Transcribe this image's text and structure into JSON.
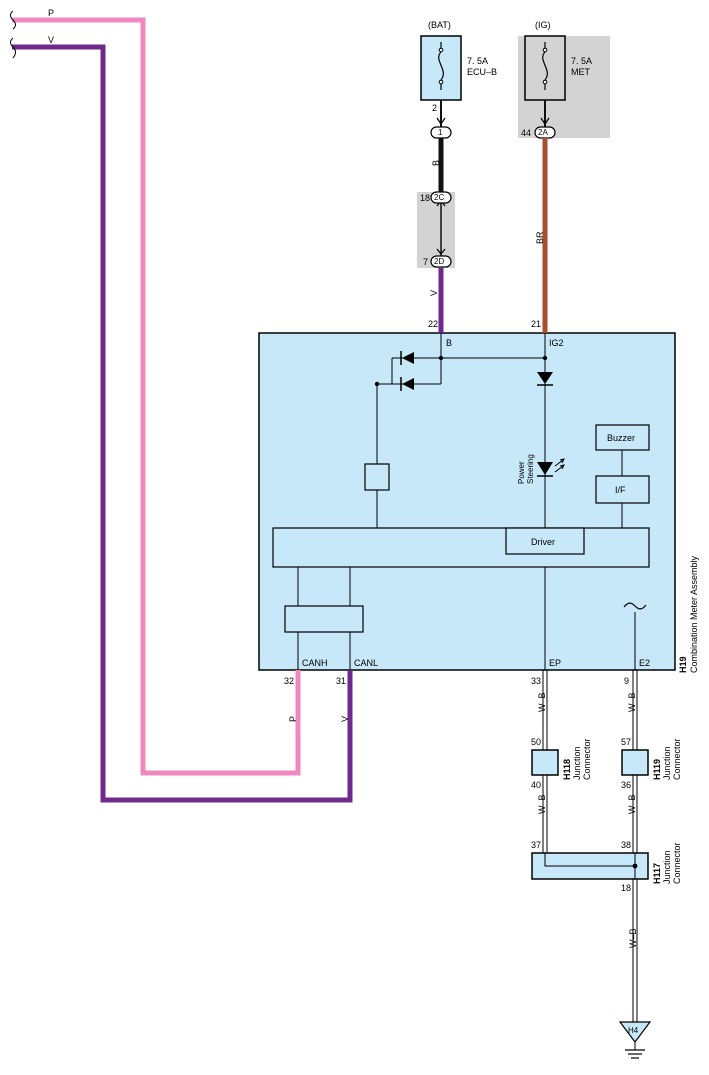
{
  "wire_colors": {
    "pink": "#f088bf",
    "violet": "#6d2a8c",
    "black": "#111111",
    "brown": "#a8502c",
    "ecu_fill": "#c6e8f8",
    "shade": "#d3d3d3"
  },
  "power_sources": {
    "bat": {
      "source": "(BAT)",
      "rating": "7. 5A",
      "fuse": "ECU–B"
    },
    "ig": {
      "source": "(IG)",
      "rating": "7. 5A",
      "fuse": "MET"
    }
  },
  "wires": {
    "p_label": "P",
    "v_label": "V",
    "b_label": "B",
    "br_label": "BR",
    "wb_label": "W–B"
  },
  "pins": {
    "fuse_bat_out": "2",
    "conn_1": "1",
    "conn_2c_pin": "18",
    "conn_2c": "2C",
    "conn_2d_pin": "7",
    "conn_2d": "2D",
    "conn_2a_pin": "44",
    "conn_2a": "2A",
    "meter_b": "22",
    "meter_ig2": "21",
    "meter_canh": "32",
    "meter_canl": "31",
    "meter_ep": "33",
    "meter_e2": "9",
    "h118_in": "50",
    "h118_out": "40",
    "h119_in": "57",
    "h119_out": "36",
    "h117_in_a": "37",
    "h117_in_b": "38",
    "h117_out": "18"
  },
  "meter": {
    "terminal_b": "B",
    "terminal_ig2": "IG2",
    "terminal_canh": "CANH",
    "terminal_canl": "CANL",
    "terminal_ep": "EP",
    "terminal_e2": "E2",
    "power_steering_line1": "Power",
    "power_steering_line2": "Steering",
    "buzzer": "Buzzer",
    "interface": "I/F",
    "driver": "Driver",
    "code": "H19",
    "name": "Combination Meter Assembly"
  },
  "connectors": {
    "h118": {
      "code": "H118",
      "line1": "Junction",
      "line2": "Connector"
    },
    "h119": {
      "code": "H119",
      "line1": "Junction",
      "line2": "Connector"
    },
    "h117": {
      "code": "H117",
      "line1": "Junction",
      "line2": "Connector"
    }
  },
  "ground": {
    "code": "H4"
  }
}
